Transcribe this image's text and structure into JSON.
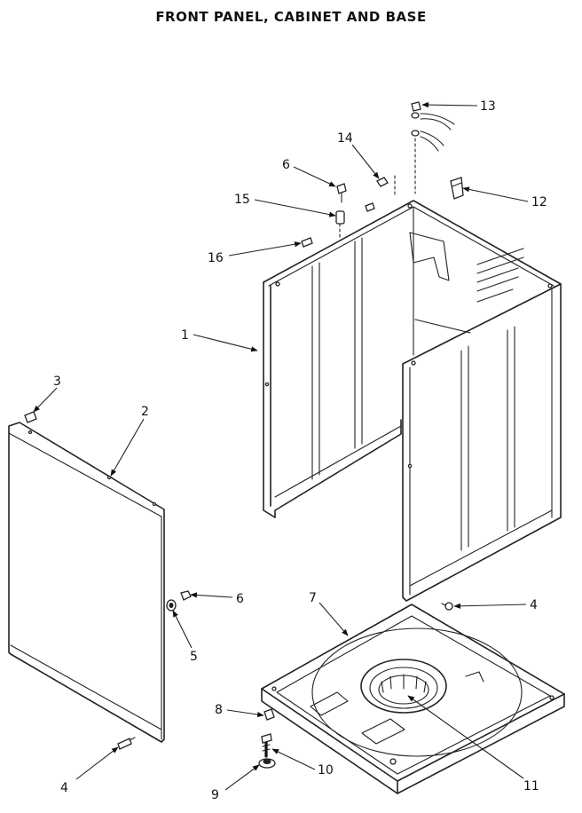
{
  "title": "FRONT PANEL, CABINET AND BASE",
  "callouts": {
    "c1": "1",
    "c2": "2",
    "c3": "3",
    "c4a": "4",
    "c4b": "4",
    "c5": "5",
    "c6a": "6",
    "c6b": "6",
    "c7": "7",
    "c8": "8",
    "c9": "9",
    "c10": "10",
    "c11": "11",
    "c12": "12",
    "c13": "13",
    "c14": "14",
    "c15": "15",
    "c16": "16"
  }
}
